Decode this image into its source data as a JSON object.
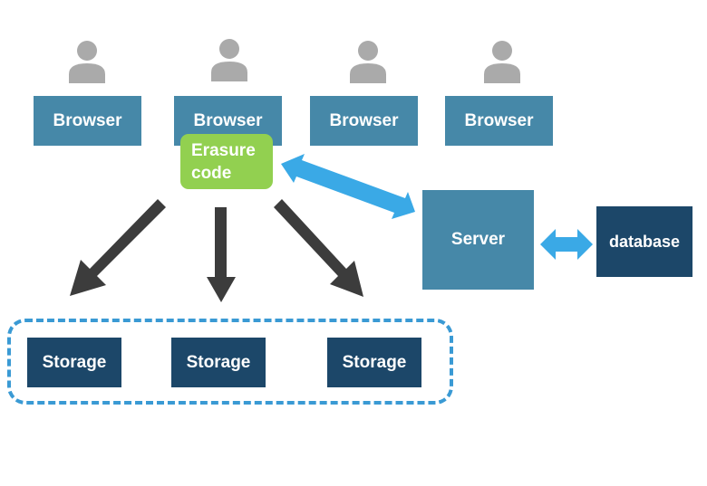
{
  "browsers": [
    {
      "label": "Browser"
    },
    {
      "label": "Browser"
    },
    {
      "label": "Browser"
    },
    {
      "label": "Browser"
    }
  ],
  "erasure": {
    "line1": "Erasure",
    "line2": "code"
  },
  "server": {
    "label": "Server"
  },
  "database": {
    "label": "database"
  },
  "storages": [
    {
      "label": "Storage"
    },
    {
      "label": "Storage"
    },
    {
      "label": "Storage"
    }
  ],
  "icons": {
    "user": "user-icon",
    "arrow_down": "arrow-down-icon",
    "double_arrow": "double-arrow-icon"
  },
  "colors": {
    "browser": "#4688a8",
    "server": "#4688a8",
    "storage": "#1c4769",
    "database": "#1c4769",
    "erasure": "#92d050",
    "dark_arrow": "#3c3c3c",
    "blue_arrow": "#3aa9e6",
    "user_icon": "#aaaaaa",
    "cluster_border": "#3a9ad4"
  }
}
